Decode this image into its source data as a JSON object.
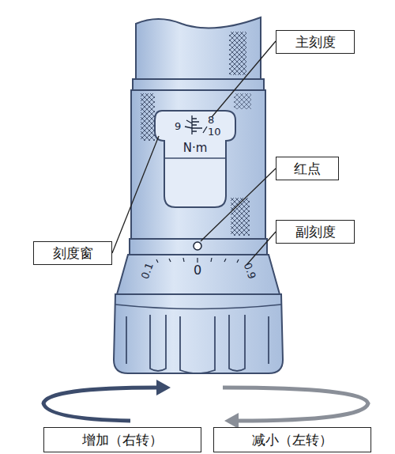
{
  "diagram": {
    "nodes": [
      {
        "text": [
          "主刻度"
        ]
      },
      {
        "text": [
          "红点"
        ]
      },
      {
        "text": [
          "副刻度"
        ]
      },
      {
        "text": [
          "刻度窗"
        ]
      },
      {
        "text": [
          "增加（右转）"
        ]
      },
      {
        "text": [
          "减小（左转）"
        ]
      }
    ],
    "labels": [
      "8",
      "9",
      "10",
      "N·m",
      "0",
      "0.1",
      "0.9"
    ]
  }
}
